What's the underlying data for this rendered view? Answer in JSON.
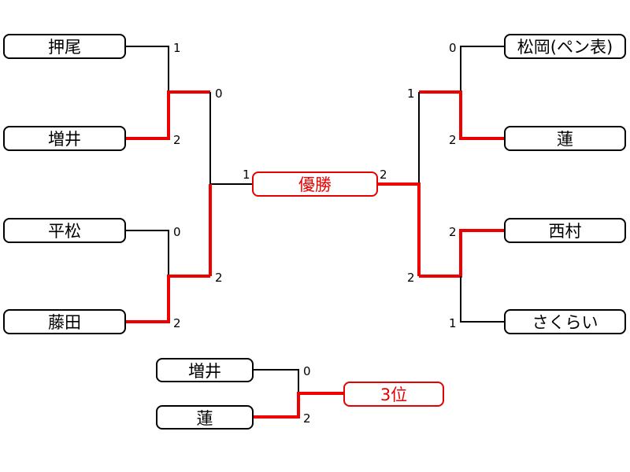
{
  "colors": {
    "winner_line": "#ee0000",
    "loser_line": "#000000",
    "result_text": "#e60000"
  },
  "left_bracket": {
    "players": [
      "押尾",
      "増井",
      "平松",
      "藤田"
    ],
    "r1_scores": [
      "1",
      "2",
      "0",
      "2"
    ],
    "semi_scores": [
      "0",
      "2"
    ]
  },
  "right_bracket": {
    "players": [
      "松岡(ペン表)",
      "蓮",
      "西村",
      "さくらい"
    ],
    "r1_scores": [
      "0",
      "2",
      "2",
      "1"
    ],
    "semi_scores": [
      "1",
      "2"
    ]
  },
  "final": {
    "label": "優勝",
    "left_score": "1",
    "right_score": "2"
  },
  "third_place": {
    "players": [
      "増井",
      "蓮"
    ],
    "scores": [
      "0",
      "2"
    ],
    "label": "3位"
  }
}
